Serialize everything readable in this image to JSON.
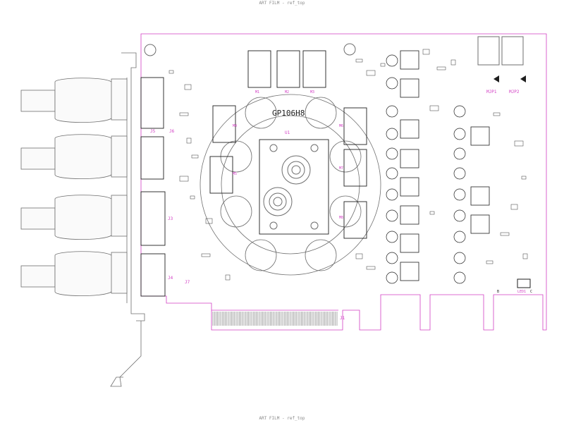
{
  "header": {
    "film_label": "ART FILM - ref_top"
  },
  "footer": {
    "film_label": "ART FILM - ref_top"
  },
  "colors": {
    "pink": "#d23fc4",
    "outline": "#8c8c8c",
    "dark": "#1e1e1e",
    "mid": "#6e6e6e"
  },
  "gpu": {
    "label": "GP106H8",
    "ref": "U1"
  },
  "connectors": {
    "j1": "J1",
    "j3": "J3",
    "j4": "J4",
    "j5": "J5",
    "j6": "J6",
    "j7": "J7"
  },
  "power": {
    "mjp1": "MJP1",
    "mjp2": "MJP2"
  },
  "memory": {
    "m1": "M1",
    "m2": "M2",
    "m3": "M3",
    "m4": "M4",
    "m5": "M5",
    "m6": "M6",
    "m7": "M7",
    "m8": "M8"
  },
  "leds": {
    "led1": "LED1",
    "b_mark": "B",
    "c_mark": "C"
  }
}
